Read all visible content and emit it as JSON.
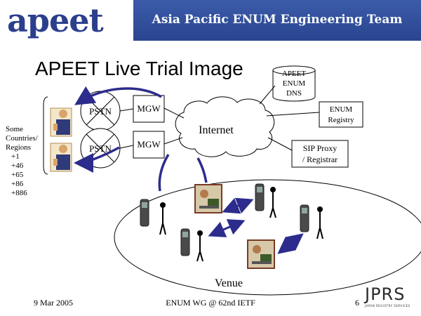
{
  "header": {
    "logo_text": "apeet",
    "title": "Asia Pacific ENUM Engineering Team"
  },
  "slide": {
    "title": "APEET Live Trial Image"
  },
  "diagram": {
    "dns": [
      "APEET",
      "ENUM",
      "DNS"
    ],
    "registry": [
      "ENUM",
      "Registry"
    ],
    "sip": [
      "SIP Proxy",
      "/ Registrar"
    ],
    "internet": "Internet",
    "pstn_top": "PSTN",
    "pstn_bottom": "PSTN",
    "mgw_top": "MGW",
    "mgw_bottom": "MGW",
    "venue": "Venue",
    "regions_lines": [
      "Some",
      "Countries/",
      "Regions",
      "+1",
      "+46",
      "+65",
      "+86",
      "+886"
    ]
  },
  "footer": {
    "date": "9 Mar 2005",
    "center": "ENUM WG @ 62nd IETF",
    "page": "6",
    "org_logo": "JPRS",
    "org_sub": "JAPAN REGISTRY SERVICES"
  },
  "colors": {
    "header_bg": "#3b5ba9",
    "logo_text": "#2b3f8c",
    "link_blue": "#2c2c8c"
  }
}
